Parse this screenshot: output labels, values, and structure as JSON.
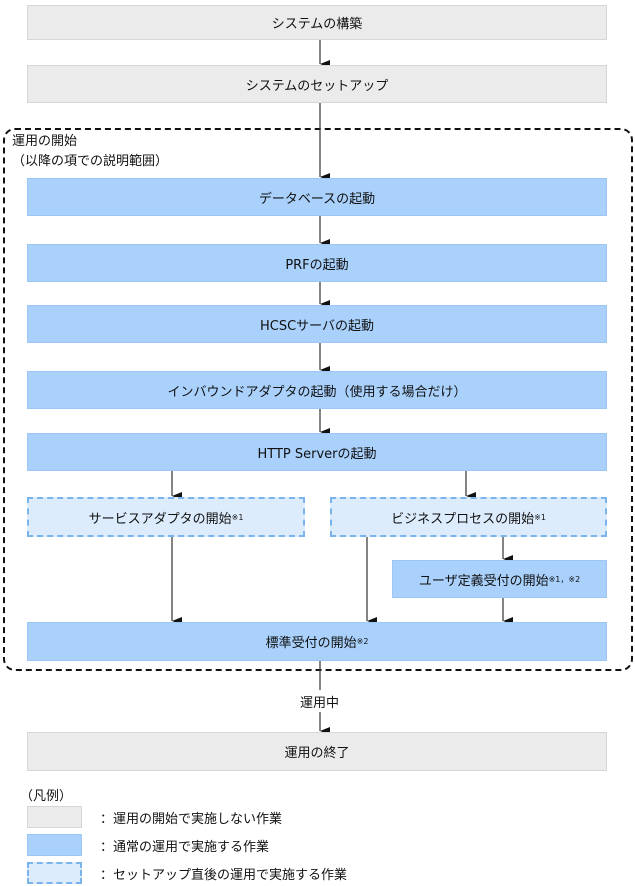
{
  "flow": {
    "build": "システムの構築",
    "setup": "システムのセットアップ",
    "region_title": "運用の開始",
    "region_subtitle": "（以降の項での説明範囲）",
    "db": "データベースの起動",
    "prf": "PRFの起動",
    "hcsc": "HCSCサーバの起動",
    "inbound": "インバウンドアダプタの起動（使用する場合だけ）",
    "http": "HTTP Serverの起動",
    "service_adapter": "サービスアダプタの開始",
    "service_adapter_note": "※1",
    "business_process": "ビジネスプロセスの開始",
    "business_process_note": "※1",
    "user_reception": "ユーザ定義受付の開始",
    "user_reception_note": "※1，※2",
    "standard_reception": "標準受付の開始",
    "standard_reception_note": "※2",
    "running": "運用中",
    "end": "運用の終了"
  },
  "legend": {
    "title": "（凡例）",
    "items": [
      {
        "label": "：運用の開始で実施しない作業",
        "color": "#ebebeb"
      },
      {
        "label": "：通常の運用で実施する作業",
        "color": "#a9d1fc"
      },
      {
        "label": "：セットアップ直後の運用で実施する作業",
        "color": "#dcecfd"
      }
    ]
  }
}
